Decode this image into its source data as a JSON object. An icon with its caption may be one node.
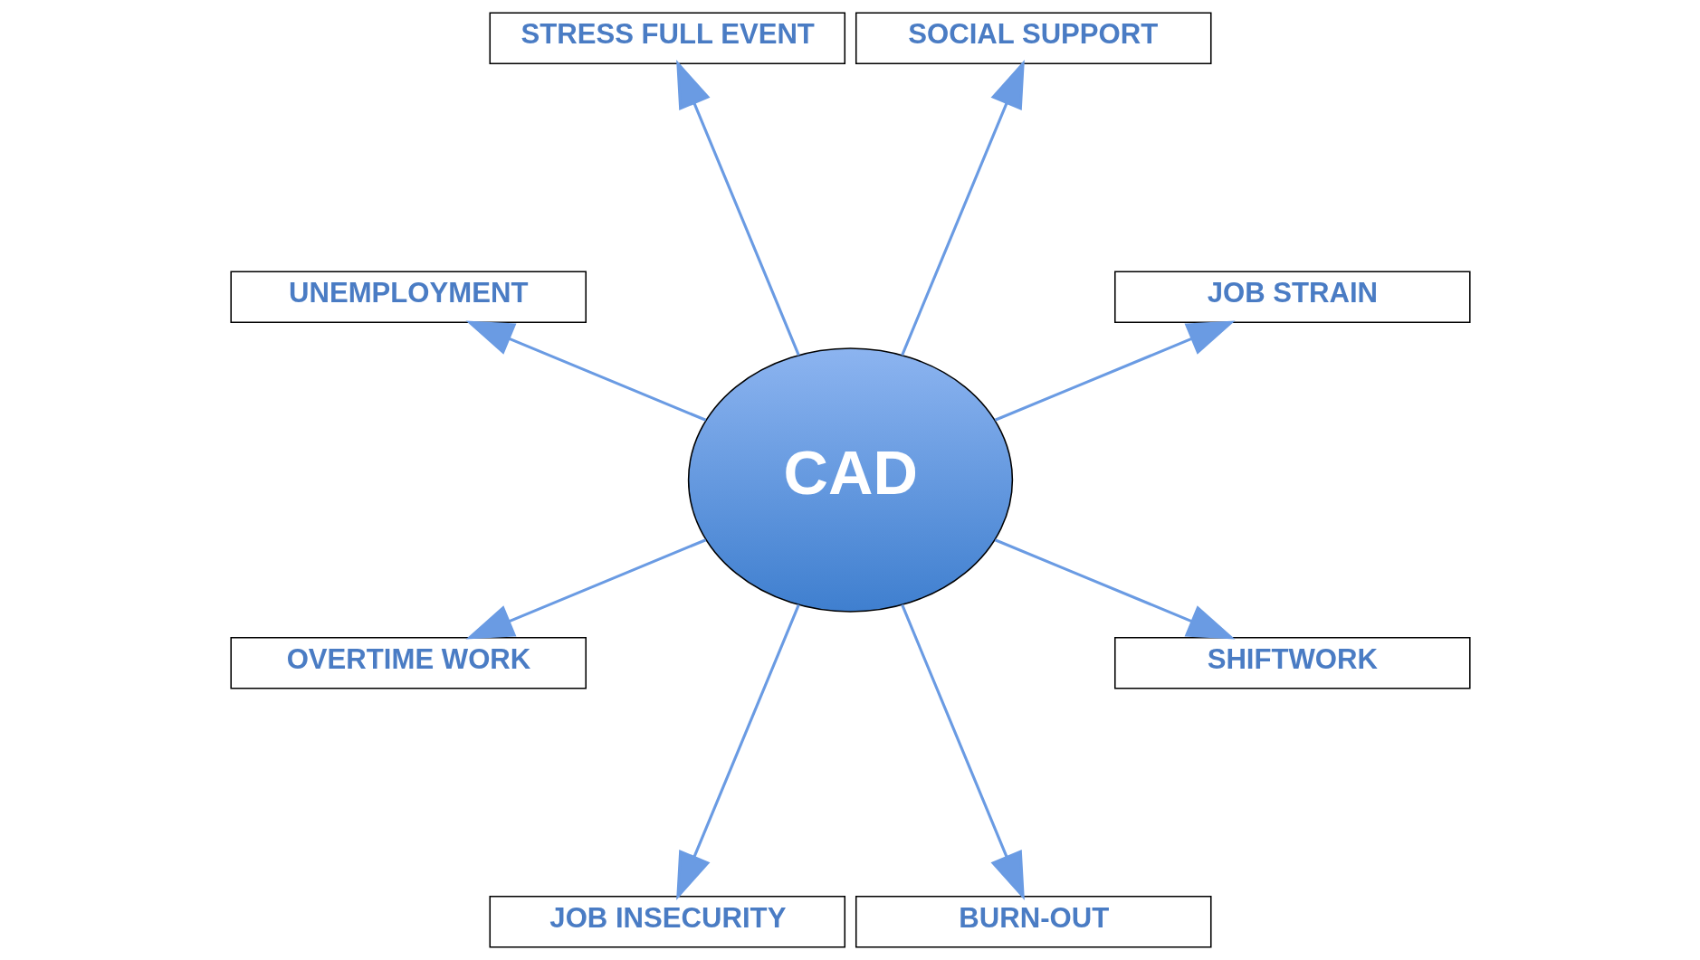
{
  "diagram": {
    "nodes": [
      {
        "text": [
          "JOB STRAIN"
        ]
      },
      {
        "text": [
          "SOCIAL SUPPORT"
        ]
      },
      {
        "text": [
          "STRESS FULL EVENT"
        ]
      },
      {
        "text": [
          "UNEMPLOYMENT"
        ]
      },
      {
        "text": [
          "CAD"
        ]
      },
      {
        "text": [
          "OVERTIME WORK"
        ]
      },
      {
        "text": [
          "JOB INSECURITY"
        ]
      },
      {
        "text": [
          "BURN-OUT"
        ]
      },
      {
        "text": [
          "SHIFTWORK"
        ]
      }
    ],
    "edges": [
      {
        "from": 4,
        "to": 0,
        "arrow": "to"
      },
      {
        "from": 4,
        "to": 2,
        "arrow": "to"
      },
      {
        "from": 4,
        "to": 5,
        "arrow": "to"
      },
      {
        "from": 4,
        "to": 7,
        "arrow": "to"
      },
      {
        "from": 4,
        "to": 8,
        "arrow": "to"
      },
      {
        "from": 4,
        "to": 6,
        "arrow": "to"
      },
      {
        "from": 4,
        "to": 3,
        "arrow": "to"
      },
      {
        "from": 4,
        "to": 1,
        "arrow": "to"
      }
    ]
  }
}
